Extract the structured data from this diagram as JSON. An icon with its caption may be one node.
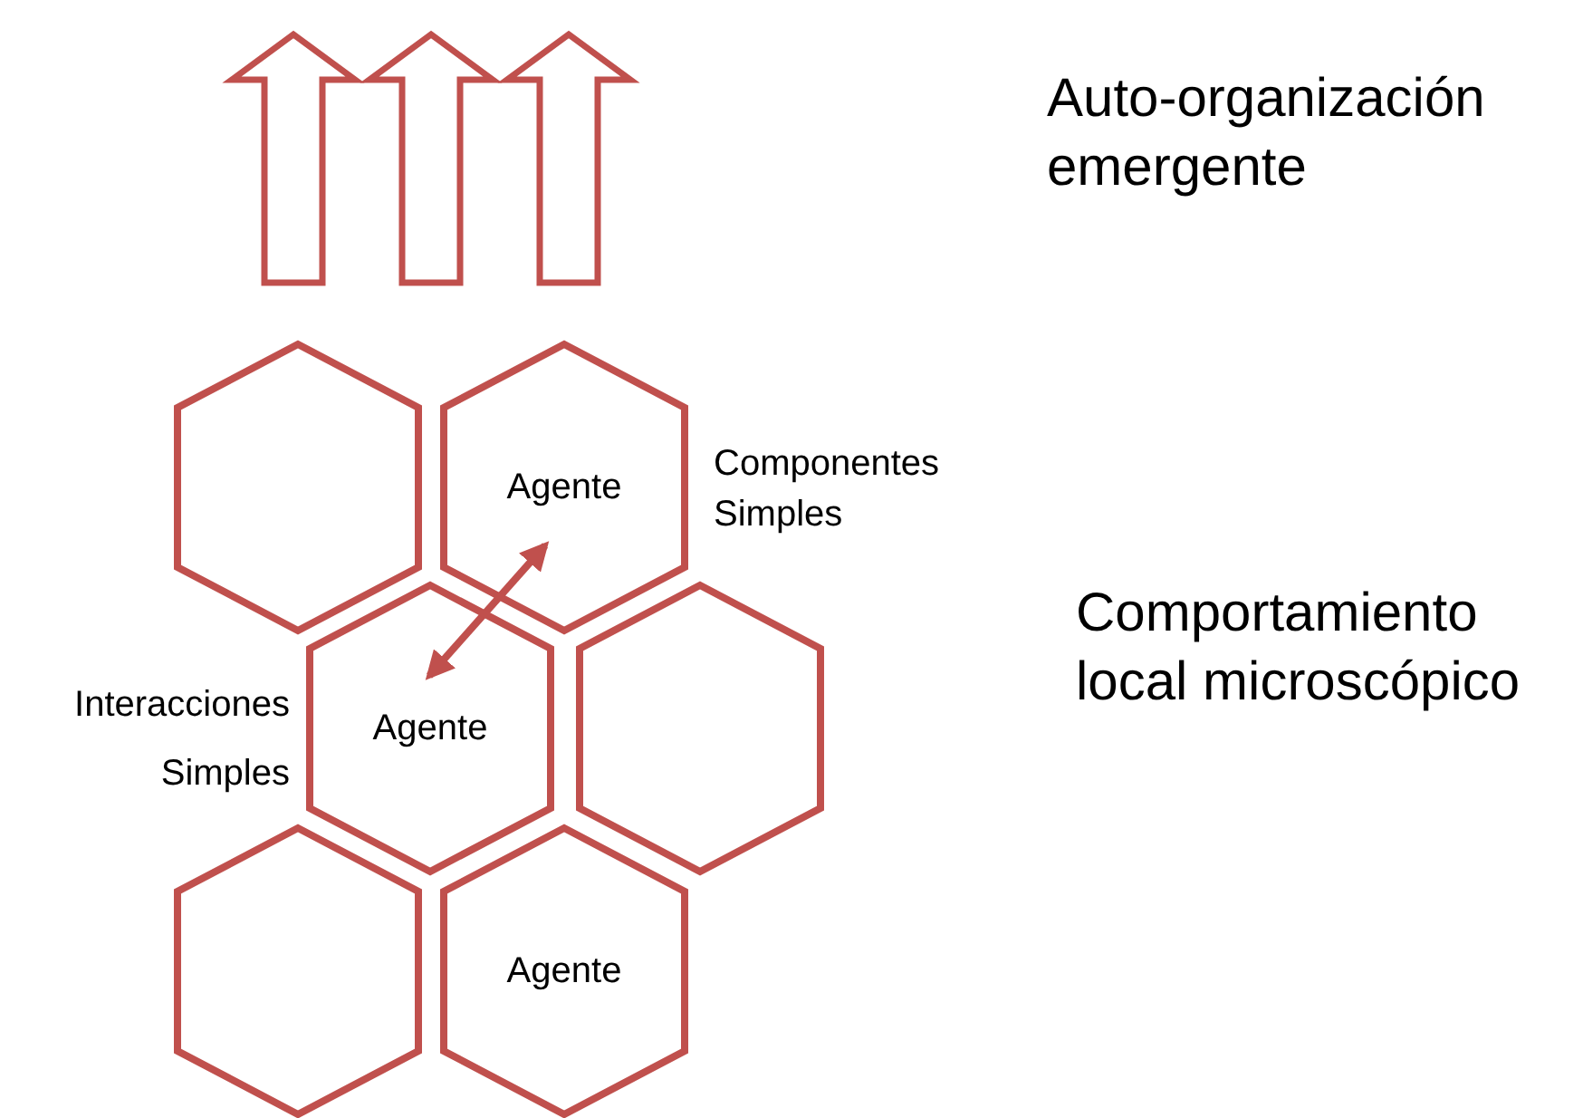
{
  "diagram": {
    "nodes": [
      {
        "text": [],
        "shape": "hexagon"
      },
      {
        "text": [
          "Agente"
        ]
      },
      {
        "text": [
          "Agente"
        ]
      },
      {
        "text": [],
        "shape": "hexagon"
      },
      {
        "text": [],
        "shape": "hexagon"
      },
      {
        "text": [
          "Agente"
        ]
      }
    ],
    "edges": [
      {
        "from": 1,
        "to": 2,
        "arrow": "both"
      }
    ],
    "labels": [
      "Auto-organización emergente",
      "Componentes Simples",
      "Comportamiento local microscópico",
      "Interacciones Simples"
    ]
  }
}
